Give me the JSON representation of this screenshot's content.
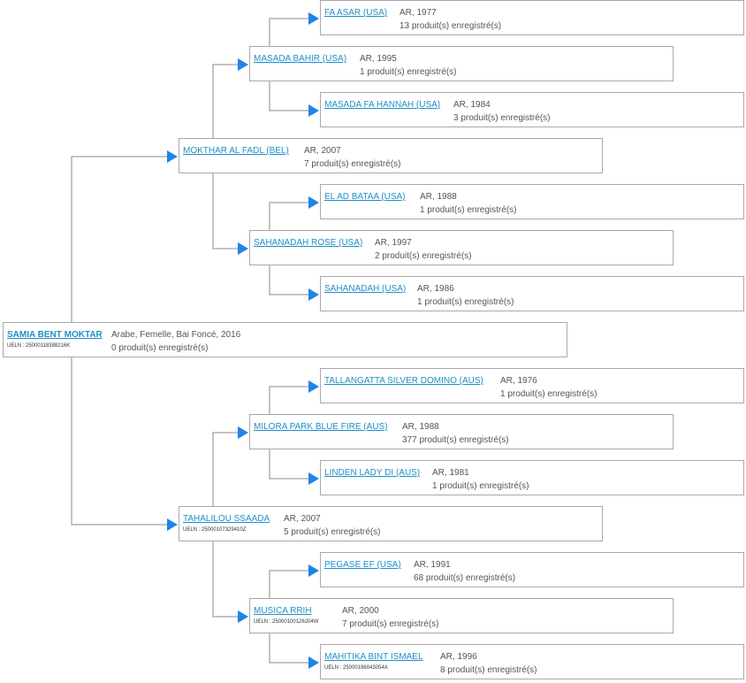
{
  "colors": {
    "link": "#1f8fc7",
    "arrow": "#1e84e6",
    "line": "#888888",
    "border": "#a9a9a9"
  },
  "subject": {
    "name": "SAMIA BENT MOKTAR",
    "info": "Arabe, Femelle, Bai Foncé, 2016",
    "ueln": "UELN : 25000118388216K",
    "products": "0 produit(s) enregistré(s)"
  },
  "pedigree": [
    {
      "name": "FA ASAR (USA)",
      "info": "AR, 1977",
      "products": "13 produit(s) enregistré(s)"
    },
    {
      "name": "MASADA BAHIR (USA)",
      "info": "AR, 1995",
      "products": "1 produit(s) enregistré(s)"
    },
    {
      "name": "MASADA FA HANNAH (USA)",
      "info": "AR, 1984",
      "products": "3 produit(s) enregistré(s)"
    },
    {
      "name": "MOKTHAR AL FADL (BEL)",
      "info": "AR, 2007",
      "products": "7 produit(s) enregistré(s)"
    },
    {
      "name": "EL AD BATAA (USA)",
      "info": "AR, 1988",
      "products": "1 produit(s) enregistré(s)"
    },
    {
      "name": "SAHANADAH ROSE (USA)",
      "info": "AR, 1997",
      "products": "2 produit(s) enregistré(s)"
    },
    {
      "name": "SAHANADAH (USA)",
      "info": "AR, 1986",
      "products": "1 produit(s) enregistré(s)"
    },
    {
      "name": "TALLANGATTA SILVER DOMINO (AUS)",
      "info": "AR, 1976",
      "products": "1 produit(s) enregistré(s)"
    },
    {
      "name": "MILORA PARK BLUE FIRE (AUS)",
      "info": "AR, 1988",
      "products": "377 produit(s) enregistré(s)"
    },
    {
      "name": "LINDEN LADY DI (AUS)",
      "info": "AR, 1981",
      "products": "1 produit(s) enregistré(s)"
    },
    {
      "name": "TAHALILOU SSAADA",
      "info": "AR, 2007",
      "ueln": "UELN : 25000107329410Z",
      "products": "5 produit(s) enregistré(s)"
    },
    {
      "name": "PEGASE EF (USA)",
      "info": "AR, 1991",
      "products": "68 produit(s) enregistré(s)"
    },
    {
      "name": "MUSICA RRIH",
      "info": "AR, 2000",
      "ueln": "UELN : 25000100126204W",
      "products": "7 produit(s) enregistré(s)"
    },
    {
      "name": "MAHITIKA BINT ISMAEL",
      "info": "AR, 1996",
      "ueln": "UELN : 25000196043054A",
      "products": "8 produit(s) enregistré(s)"
    }
  ]
}
